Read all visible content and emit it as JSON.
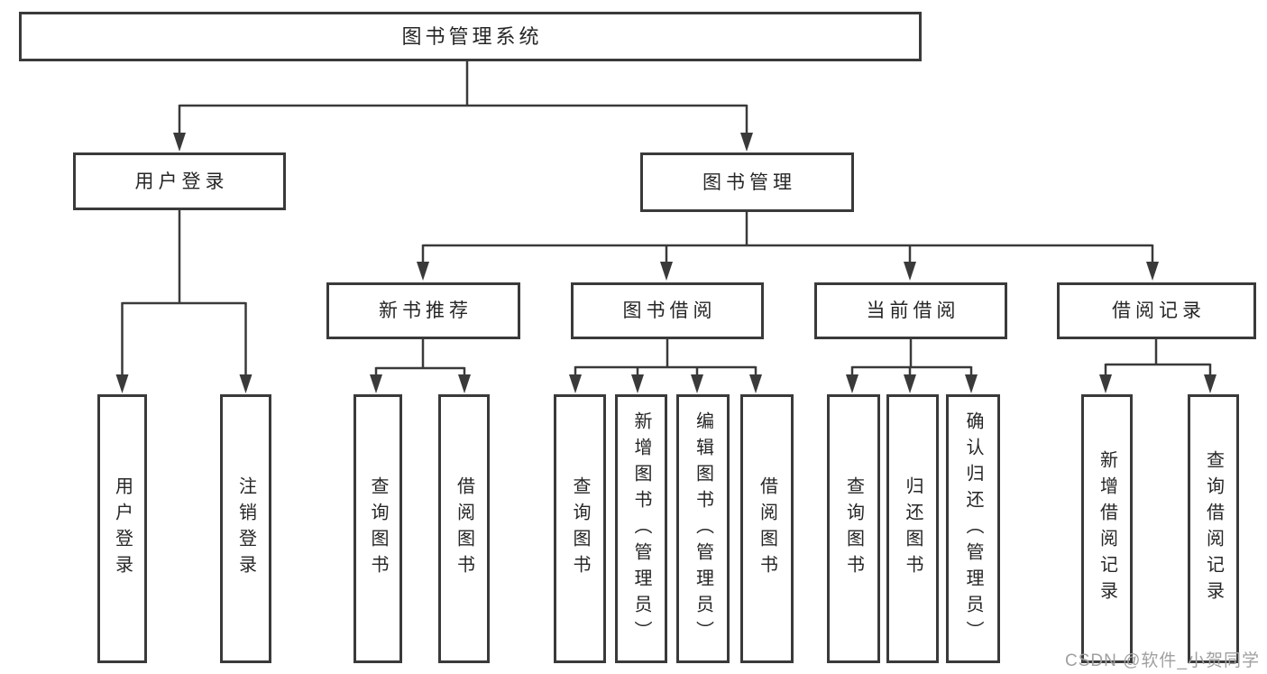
{
  "diagram_title": "图书管理系统",
  "nodes": {
    "root": "图书管理系统",
    "user_login": "用户登录",
    "book_mgmt": "图书管理",
    "new_book_rec": "新书推荐",
    "book_borrow": "图书借阅",
    "current_borrow": "当前借阅",
    "borrow_records": "借阅记录",
    "leaf_user_login": "用户登录",
    "leaf_logout": "注销登录",
    "leaf_query_book_1": "查询图书",
    "leaf_borrow_book_1": "借阅图书",
    "leaf_query_book_2": "查询图书",
    "leaf_add_book": "新增图书（管理员）",
    "leaf_edit_book": "编辑图书（管理员）",
    "leaf_borrow_book_2": "借阅图书",
    "leaf_query_book_3": "查询图书",
    "leaf_return_book": "归还图书",
    "leaf_confirm_return": "确认归还（管理员）",
    "leaf_add_record": "新增借阅记录",
    "leaf_query_record": "查询借阅记录"
  },
  "hierarchy": {
    "图书管理系统": {
      "用户登录": [
        "用户登录",
        "注销登录"
      ],
      "图书管理": {
        "新书推荐": [
          "查询图书",
          "借阅图书"
        ],
        "图书借阅": [
          "查询图书",
          "新增图书（管理员）",
          "编辑图书（管理员）",
          "借阅图书"
        ],
        "当前借阅": [
          "查询图书",
          "归还图书",
          "确认归还（管理员）"
        ],
        "借阅记录": [
          "新增借阅记录",
          "查询借阅记录"
        ]
      }
    }
  },
  "watermark": "CSDN @软件_小贺同学",
  "colors": {
    "line": "#3a3a3a",
    "border": "#3a3a3a",
    "text": "#262626",
    "background": "#ffffff",
    "watermark": "#a0a0a0"
  }
}
